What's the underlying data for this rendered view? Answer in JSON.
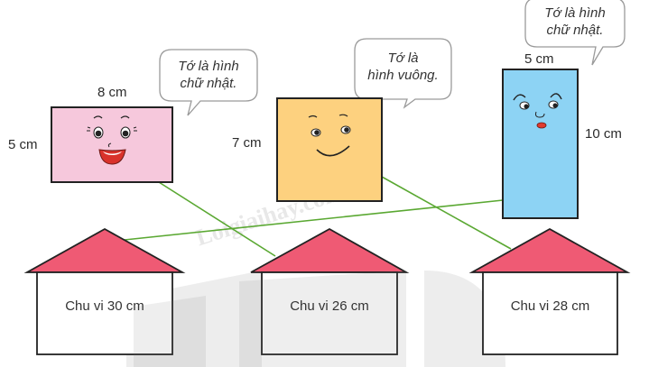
{
  "watermark": "Loigiaihay.com",
  "colors": {
    "pink_rect": "#f6c8dc",
    "orange_square": "#fdd17f",
    "blue_rect": "#8dd3f4",
    "roof": "#ef5a74",
    "line": "#5aa832",
    "outline": "#222222"
  },
  "shapes": [
    {
      "id": "pink-rectangle",
      "width_label": "8 cm",
      "height_label": "5 cm",
      "speech": {
        "line1": "Tớ là hình",
        "line2": "chữ nhật."
      }
    },
    {
      "id": "orange-square",
      "height_label": "7 cm",
      "speech": {
        "line1": "Tớ là",
        "line2": "hình vuông."
      }
    },
    {
      "id": "blue-rectangle",
      "width_label": "5 cm",
      "height_label": "10 cm",
      "speech": {
        "line1": "Tớ là hình",
        "line2": "chữ nhật."
      }
    }
  ],
  "houses": [
    {
      "label": "Chu vi 30 cm"
    },
    {
      "label": "Chu vi 26 cm"
    },
    {
      "label": "Chu vi 28 cm"
    }
  ],
  "connections": [
    {
      "from": "pink-rectangle",
      "to": "Chu vi 26 cm"
    },
    {
      "from": "orange-square",
      "to": "Chu vi 28 cm"
    },
    {
      "from": "blue-rectangle",
      "to": "Chu vi 30 cm"
    }
  ]
}
